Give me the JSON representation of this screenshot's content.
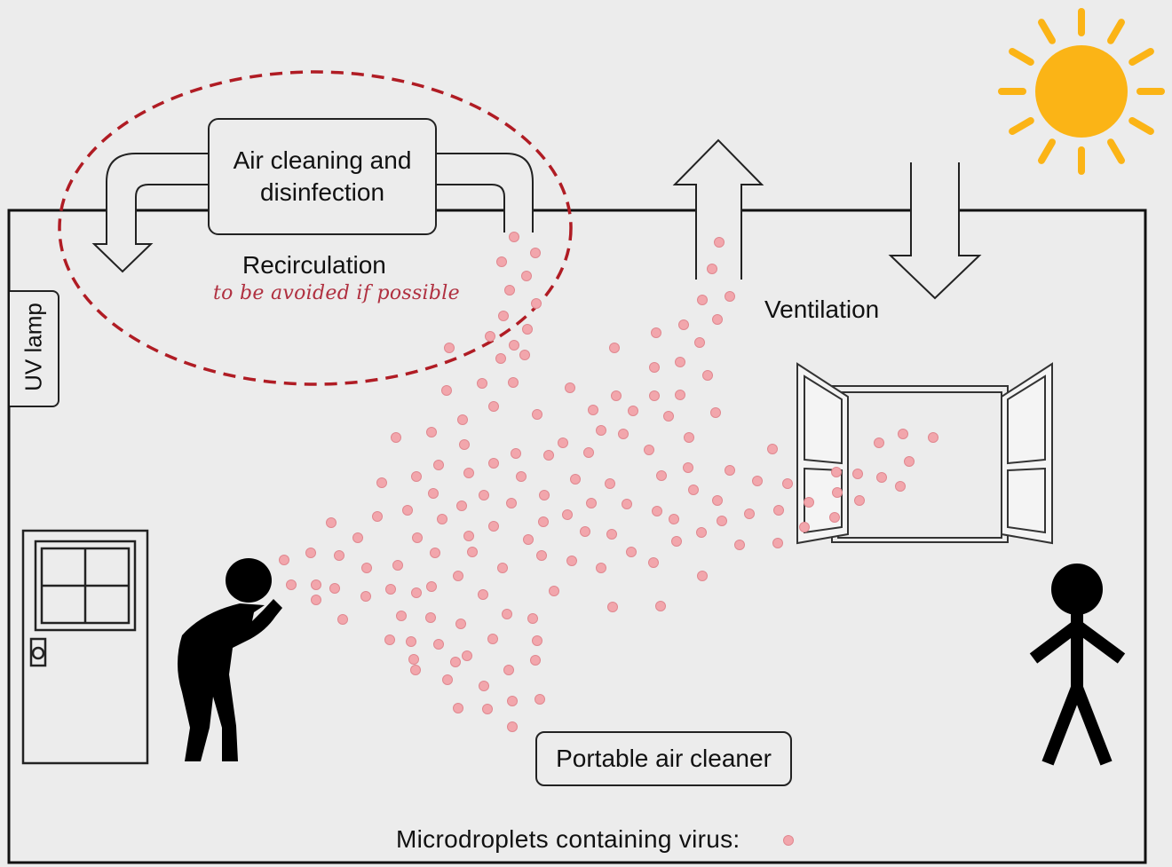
{
  "labels": {
    "air_cleaning_line1": "Air cleaning and",
    "air_cleaning_line2": "disinfection",
    "recirculation": "Recirculation",
    "recirculation_note": "to be avoided if  possible",
    "ventilation": "Ventilation",
    "uv_lamp": "UV lamp",
    "portable_air_cleaner": "Portable air cleaner",
    "microdroplets_legend": "Microdroplets containing virus:"
  },
  "colors": {
    "background": "#ececec",
    "line": "#111111",
    "droplet_fill": "#f2a6ac",
    "droplet_stroke": "#e08890",
    "dashed_ellipse": "#b01c24",
    "note_text": "#b03040",
    "sun": "#fbb416"
  },
  "icons": {
    "sun": "sun-icon",
    "coughing_person": "coughing-person-icon",
    "standing_person": "standing-person-icon",
    "door": "door-icon",
    "window": "open-window-icon",
    "droplet": "virus-droplet-icon"
  }
}
